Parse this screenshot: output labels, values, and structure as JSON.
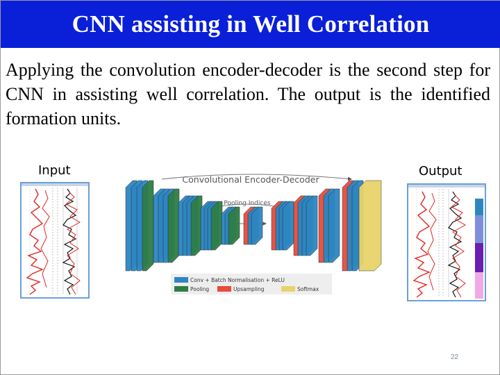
{
  "slide": {
    "title": "CNN assisting in Well Correlation",
    "body": "Applying the convolution encoder-decoder is the second step for CNN in assisting well correlation. The output is the identified formation units.",
    "page_number": "22"
  },
  "figure": {
    "input_label": "Input",
    "output_label": "Output",
    "diagram_title": "Convolutional Encoder-Decoder",
    "pooling_label": "Pooling Indices",
    "legend": [
      {
        "label": "Conv + Batch Normalisation + ReLU",
        "color": "#2e86c1"
      },
      {
        "label": "Pooling",
        "color": "#2e7d46"
      },
      {
        "label": "Upsampling",
        "color": "#e74c3c"
      },
      {
        "label": "Softmax",
        "color": "#e8d36a"
      }
    ],
    "formation_colors": [
      "#2e86c1",
      "#7d8fdc",
      "#6a1fb0",
      "#f2a8e6"
    ]
  }
}
